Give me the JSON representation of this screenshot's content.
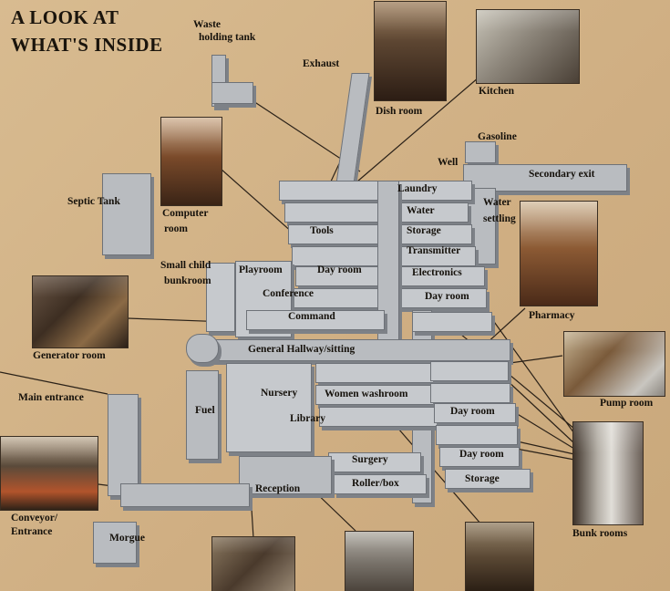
{
  "title": {
    "line1": "A LOOK AT",
    "line2": "WHAT'S INSIDE"
  },
  "labels": {
    "waste": "Waste",
    "holding_tank": "holding tank",
    "exhaust": "Exhaust",
    "dish_room": "Dish room",
    "kitchen": "Kitchen",
    "gasoline": "Gasoline",
    "well": "Well",
    "secondary_exit": "Secondary exit",
    "septic_tank": "Septic Tank",
    "computer": "Computer",
    "room": "room",
    "laundry": "Laundry",
    "water": "Water",
    "water2": "Water",
    "settling": "settling",
    "tools": "Tools",
    "storage1": "Storage",
    "transmitter": "Transmitter",
    "small_child": "Small child",
    "bunkroom": "bunkroom",
    "playroom": "Playroom",
    "day_room1": "Day room",
    "electronics": "Electronics",
    "conference": "Conference",
    "day_room2": "Day room",
    "command": "Command",
    "pharmacy": "Pharmacy",
    "generator_room": "Generator room",
    "general_hallway": "General Hallway/sitting",
    "pump_room": "Pump room",
    "main_entrance": "Main entrance",
    "nursery": "Nursery",
    "women_washroom": "Women washroom",
    "fuel": "Fuel",
    "library": "Library",
    "day_room3": "Day room",
    "day_room4": "Day room",
    "surgery": "Surgery",
    "roller_box": "Roller/box",
    "storage2": "Storage",
    "reception": "Reception",
    "conveyor": "Conveyor/",
    "entrance": "Entrance",
    "morgue": "Morgue",
    "bunk_rooms": "Bunk rooms"
  },
  "colors": {
    "background": "#d2b48a",
    "corridor": "#b9bcc0",
    "text": "#15110b",
    "leader_line": "#2a2118"
  }
}
